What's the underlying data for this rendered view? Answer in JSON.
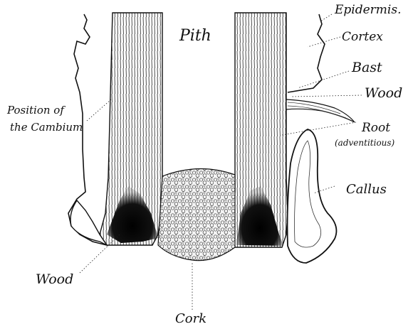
{
  "labels": {
    "pith": "Pith",
    "epidermis": "Epidermis.",
    "cortex": "Cortex",
    "bast": "Bast",
    "wood_right": "Wood",
    "root": "Root",
    "root_note": "(adventitious)",
    "callus": "Callus",
    "position_of": "Position of",
    "the_cambium": "the Cambium",
    "wood_left": "Wood",
    "cork": "Cork"
  },
  "colors": {
    "ink": "#111111",
    "paper": "#ffffff"
  }
}
